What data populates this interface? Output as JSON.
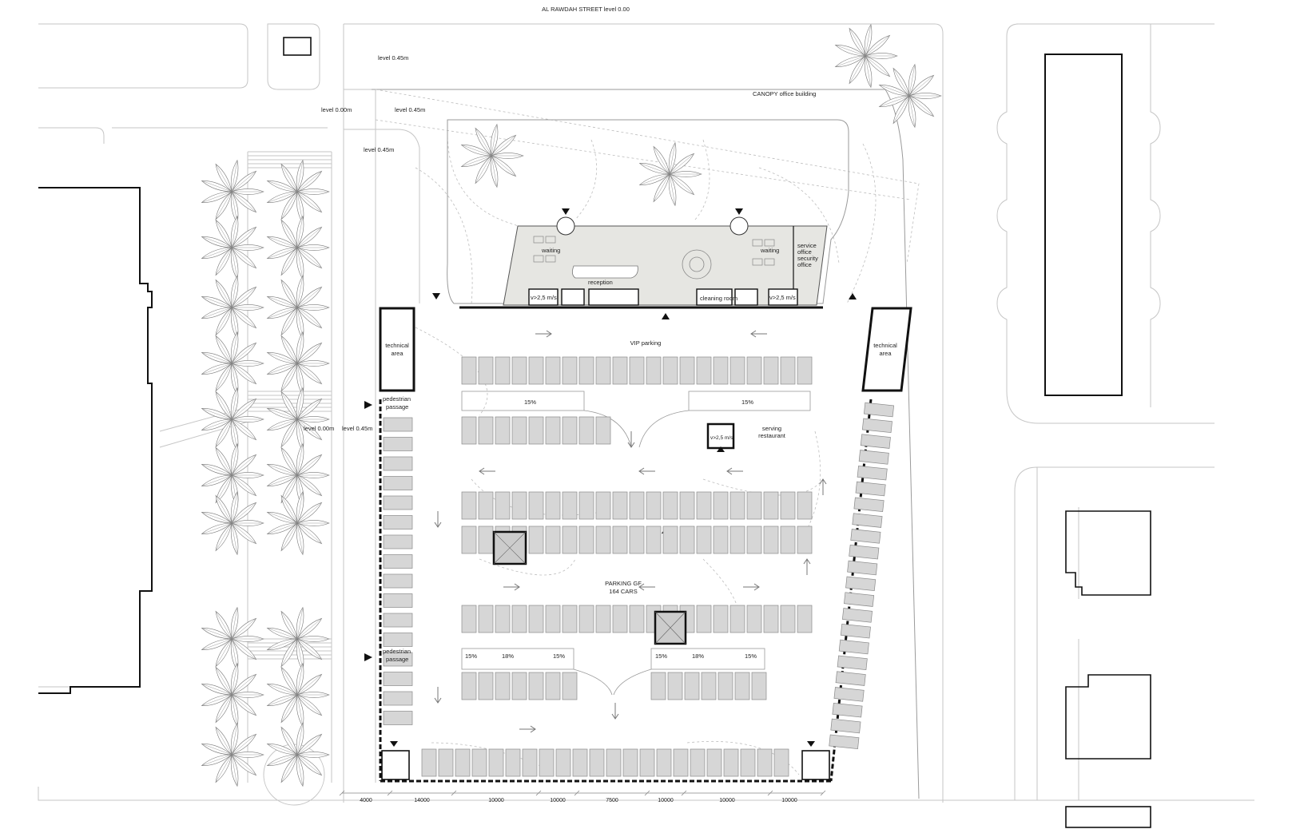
{
  "street": {
    "title": "AL RAWDAH STREET level 0.00"
  },
  "levels": {
    "north_top": "level 0.45m",
    "north_left_000": "level 0.00m",
    "north_left_045": "level 0.45m",
    "north_lower": "level 0.45m",
    "west_000": "level 0.00m",
    "west_045": "level 0.45m"
  },
  "building": {
    "canopy": "CANOPY office building"
  },
  "rooms": {
    "waiting_left": "waiting",
    "waiting_right": "waiting",
    "service": [
      "service",
      "office",
      "security",
      "office"
    ],
    "reception": "reception",
    "cleaning": "cleaning room",
    "lift_left": "v>2,5 m/s",
    "lift_right": "v>2,5 m/s",
    "technical_left": [
      "technical",
      "area"
    ],
    "technical_right": [
      "technical",
      "area"
    ],
    "pedestrian_1": [
      "pedestrian",
      "passage"
    ],
    "pedestrian_2": [
      "pedestrian",
      "passage"
    ],
    "vip": "VIP parking",
    "serving": [
      "serving",
      "restaurant"
    ],
    "serving_lift": "v>2,5 m/s",
    "parking": [
      "PARKING GF",
      "164 CARS"
    ]
  },
  "ramps": {
    "upper_left": "15%",
    "upper_right": "15%",
    "lower": [
      "15%",
      "18%",
      "15%",
      "15%",
      "18%",
      "15%"
    ]
  },
  "dimensions": [
    "4000",
    "14000",
    "10000",
    "10000",
    "7500",
    "10000",
    "10000",
    "10000"
  ],
  "colors": {
    "stall_fill": "#d6d6d6",
    "lobby_fill": "#e6e6e2",
    "wall": "#111111",
    "context_line": "#c6c6c6"
  }
}
